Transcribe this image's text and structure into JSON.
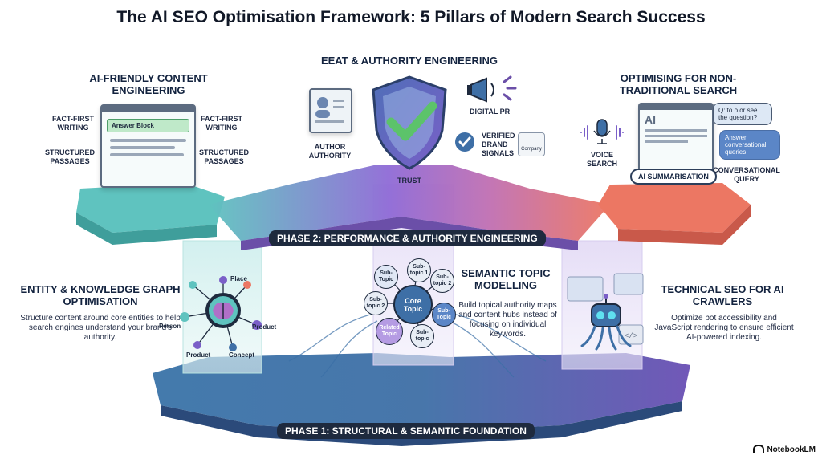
{
  "title": "The AI SEO Optimisation Framework: 5 Pillars of Modern Search Success",
  "pillars": {
    "content": {
      "heading": "AI-FRIENDLY CONTENT ENGINEERING",
      "labels": [
        "FACT-FIRST WRITING",
        "STRUCTURED PASSAGES",
        "FACT-FIRST WRITING",
        "STRUCTURED PASSAGES"
      ],
      "answer_block": "Answer Block"
    },
    "eeat": {
      "heading": "EEAT & AUTHORITY ENGINEERING",
      "author": "AUTHOR AUTHORITY",
      "trust": "TRUST",
      "digital_pr": "DIGITAL PR",
      "verified": "VERIFIED BRAND SIGNALS",
      "company": "Company"
    },
    "nontrad": {
      "heading": "OPTIMISING FOR NON-TRADITIONAL SEARCH",
      "ai_mark": "AI",
      "question": "Q: to o or see the question?",
      "answer": "Answer conversational queries.",
      "voice": "VOICE SEARCH",
      "summarisation": "AI SUMMARISATION",
      "conversational": "CONVERSATIONAL QUERY"
    },
    "entity": {
      "heading": "ENTITY & KNOWLEDGE GRAPH OPTIMISATION",
      "description": "Structure content around core entities to help search engines understand your brand's authority.",
      "nodes": [
        "Place",
        "Person",
        "Product",
        "Product",
        "Concept"
      ]
    },
    "semantic": {
      "heading": "SEMANTIC TOPIC MODELLING",
      "description": "Build topical authority maps and content hubs instead of focusing on individual keywords.",
      "core": "Core Topic",
      "subtopics": [
        "Sub-Topic",
        "Sub-topic 1",
        "Sub-topic 2",
        "Sub-topic 2",
        "Sub-Topic",
        "Sub-topic",
        "Related Topic"
      ]
    },
    "technical": {
      "heading": "TECHNICAL SEO FOR AI CRAWLERS",
      "description": "Optimize bot accessibility and JavaScript rendering to ensure efficient AI-powered indexing."
    }
  },
  "phases": {
    "phase2": "PHASE 2: PERFORMANCE & AUTHORITY ENGINEERING",
    "phase1": "PHASE 1: STRUCTURAL & SEMANTIC FOUNDATION"
  },
  "brand": "NotebookLM",
  "colors": {
    "teal": "#5fc3bf",
    "purple": "#8f6ad6",
    "coral": "#ec7763",
    "navy": "#1e2a3e",
    "blue_platform": "#3e6fa6"
  }
}
